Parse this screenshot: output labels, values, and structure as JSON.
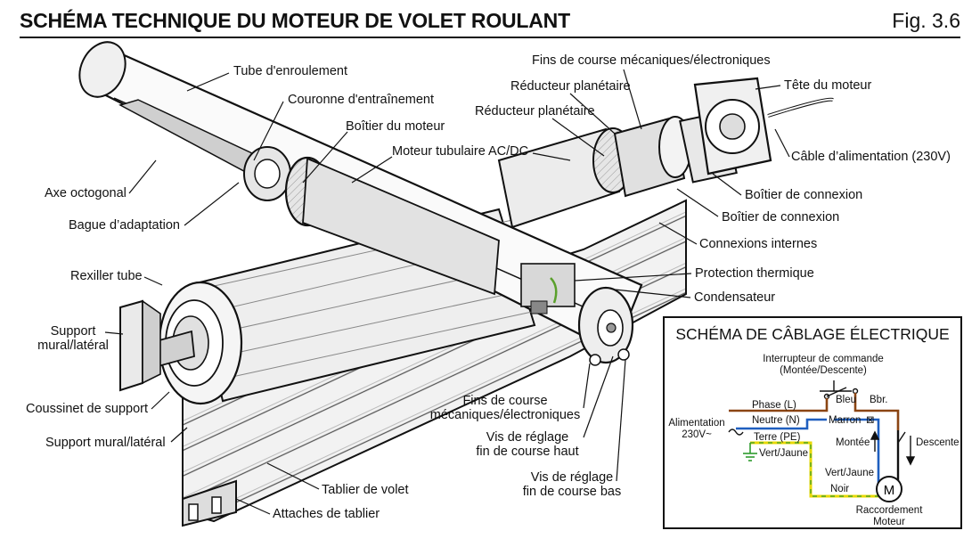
{
  "header": {
    "title": "SCHÉMA TECHNIQUE DU MOTEUR DE VOLET ROULANT",
    "figure": "Fig. 3.6"
  },
  "labels": {
    "tube_enroulement": "Tube d'enroulement",
    "couronne": "Couronne d'entraînement",
    "boitier_moteur": "Boîtier du moteur",
    "moteur_tubulaire": "Moteur tubulaire AC/DC",
    "axe_octogonal": "Axe octogonal",
    "bague": "Bague d’adaptation",
    "rexiller": "Rexiller tube",
    "support_mural_1": "Support\nmural/latéral",
    "coussinet": "Coussinet de support",
    "support_mural_2": "Support mural/latéral",
    "tablier": "Tablier de volet",
    "attaches": "Attaches de tablier",
    "fins_course_top": "Fins de course mécaniques/électroniques",
    "reducteur_1": "Réducteur planétaire",
    "reducteur_2": "Réducteur planétaire",
    "tete_moteur": "Tête du moteur",
    "cable": "Câble d’alimentation (230V)",
    "boitier_connexion_1": "Boîtier de connexion",
    "boitier_connexion_2": "Boîtier de connexion",
    "connexions_internes": "Connexions internes",
    "protection_thermique": "Protection thermique",
    "condensateur": "Condensateur",
    "fins_course_bottom": "Fins de course\nmécaniques/électroniques",
    "vis_haut": "Vis de réglage\nfin de course haut",
    "vis_bas": "Vis de réglage\nfin de course bas"
  },
  "wiring": {
    "title": "SCHÉMA DE CÂBLAGE ÉLECTRIQUE",
    "switch_label": "Interrupteur de commande\n(Montée/Descente)",
    "bleu": "Bleu",
    "bbr": "Bbr.",
    "phase": "Phase (L)",
    "neutre": "Neutre (N)",
    "marron": "Marron",
    "marron_sym": "⊠",
    "alimentation": "Alimentation\n230V~",
    "terre": "Terre (PE)",
    "montee": "Montée",
    "descente": "Descente",
    "vert_jaune_1": "Vert/Jaune",
    "vert_jaune_2": "Vert/Jaune",
    "noir": "Noir",
    "motor_symbol": "M",
    "raccordement": "Raccordement\nMoteur",
    "colors": {
      "phase": "#8B4513",
      "neutre": "#1f5fbf",
      "terre_yellow": "#e8d800",
      "terre_green": "#2e9b2e",
      "noir": "#111111"
    }
  }
}
